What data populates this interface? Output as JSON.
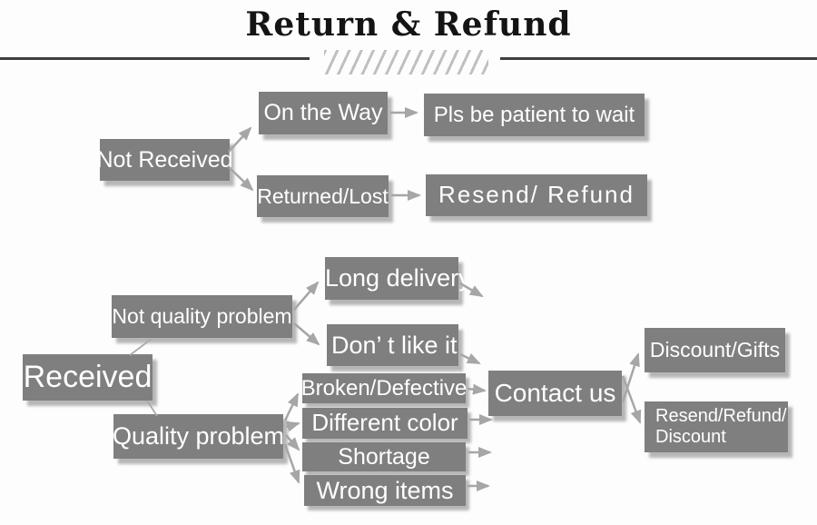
{
  "title": "Return & Refund",
  "colors": {
    "node_fill": "#7f7f7f",
    "node_text": "#ffffff",
    "arrow": "#a6a6a6",
    "title_text": "#141414",
    "rule": "#3e3e3e",
    "hatch": "#c0c0c0",
    "background": "#fdfdfd"
  },
  "nodes": {
    "not_received": "Not Received",
    "on_the_way": "On the Way",
    "pls_wait": "Pls be patient to wait",
    "returned_lost": "Returned/Lost",
    "resend_refund": "Resend/ Refund",
    "received": "Received",
    "not_quality_problem": "Not quality problem",
    "long_delivery": "Long delivery",
    "dont_like_it": "Don’ t like it",
    "quality_problem": "Quality problem",
    "broken_defective": "Broken/Defective",
    "different_color": "Different color",
    "shortage": "Shortage",
    "wrong_items": "Wrong items",
    "contact_us": "Contact us",
    "discount_gifts": "Discount/Gifts",
    "resend_refund_discount": "Resend/Refund/ Discount"
  },
  "edges": [
    {
      "from": "Not Received",
      "to": "On the Way"
    },
    {
      "from": "Not Received",
      "to": "Returned/Lost"
    },
    {
      "from": "On the Way",
      "to": "Pls be patient to wait"
    },
    {
      "from": "Returned/Lost",
      "to": "Resend/ Refund"
    },
    {
      "from": "Received",
      "to": "Not quality problem"
    },
    {
      "from": "Received",
      "to": "Quality problem"
    },
    {
      "from": "Not quality problem",
      "to": "Long delivery"
    },
    {
      "from": "Not quality problem",
      "to": "Don’ t like it"
    },
    {
      "from": "Don’ t like it",
      "to": "Contact us"
    },
    {
      "from": "Quality problem",
      "to": "Broken/Defective"
    },
    {
      "from": "Quality problem",
      "to": "Different color"
    },
    {
      "from": "Quality problem",
      "to": "Shortage"
    },
    {
      "from": "Quality problem",
      "to": "Wrong items"
    },
    {
      "from": "Broken/Defective",
      "to": "Contact us"
    },
    {
      "from": "Contact us",
      "to": "Discount/Gifts"
    },
    {
      "from": "Contact us",
      "to": "Resend/Refund/ Discount"
    }
  ]
}
